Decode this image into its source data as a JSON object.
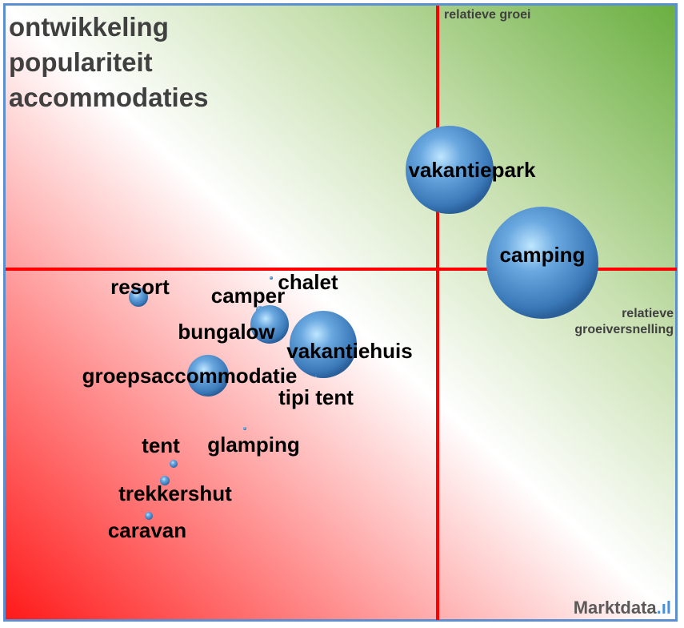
{
  "chart_data": {
    "type": "bubble",
    "title": "ontwikkeling populariteit accommodaties",
    "title_lines": [
      "ontwikkeling",
      "populariteit",
      "accommodaties"
    ],
    "xlabel": "relatieve groeiversnelling",
    "xlabel_lines": [
      "relatieve",
      "groeiversnelling"
    ],
    "ylabel": "relatieve groei",
    "xlim": [
      -5.4,
      3.0
    ],
    "ylim": [
      -4.4,
      3.3
    ],
    "grid": false,
    "quadrant_lines": {
      "x": 0,
      "y": 0,
      "color": "#ff0000"
    },
    "bubble_color": "#4a8ad0",
    "points": [
      {
        "name": "vakantiepark",
        "x": 0.15,
        "y": 1.24,
        "size": 3025
      },
      {
        "name": "camping",
        "x": 1.31,
        "y": 0.08,
        "size": 4900
      },
      {
        "name": "resort",
        "x": -3.74,
        "y": -0.35,
        "size": 144
      },
      {
        "name": "chalet",
        "x": -2.08,
        "y": -0.11,
        "size": 4
      },
      {
        "name": "camper",
        "x": -2.22,
        "y": -0.51,
        "size": 25
      },
      {
        "name": "bungalow",
        "x": -2.1,
        "y": -0.69,
        "size": 576
      },
      {
        "name": "vakantiehuis",
        "x": -1.43,
        "y": -0.94,
        "size": 1764
      },
      {
        "name": "groepsaccommodatie",
        "x": -2.87,
        "y": -1.33,
        "size": 676
      },
      {
        "name": "tipi tent",
        "x": -1.52,
        "y": -1.34,
        "size": 1
      },
      {
        "name": "glamping",
        "x": -2.41,
        "y": -1.99,
        "size": 4
      },
      {
        "name": "tent",
        "x": -3.3,
        "y": -2.43,
        "size": 25
      },
      {
        "name": "trekkershut",
        "x": -3.41,
        "y": -2.64,
        "size": 36
      },
      {
        "name": "caravan",
        "x": -3.61,
        "y": -3.08,
        "size": 25
      }
    ]
  },
  "logo": {
    "text": "Marktdata",
    "mark": ".ıl"
  }
}
